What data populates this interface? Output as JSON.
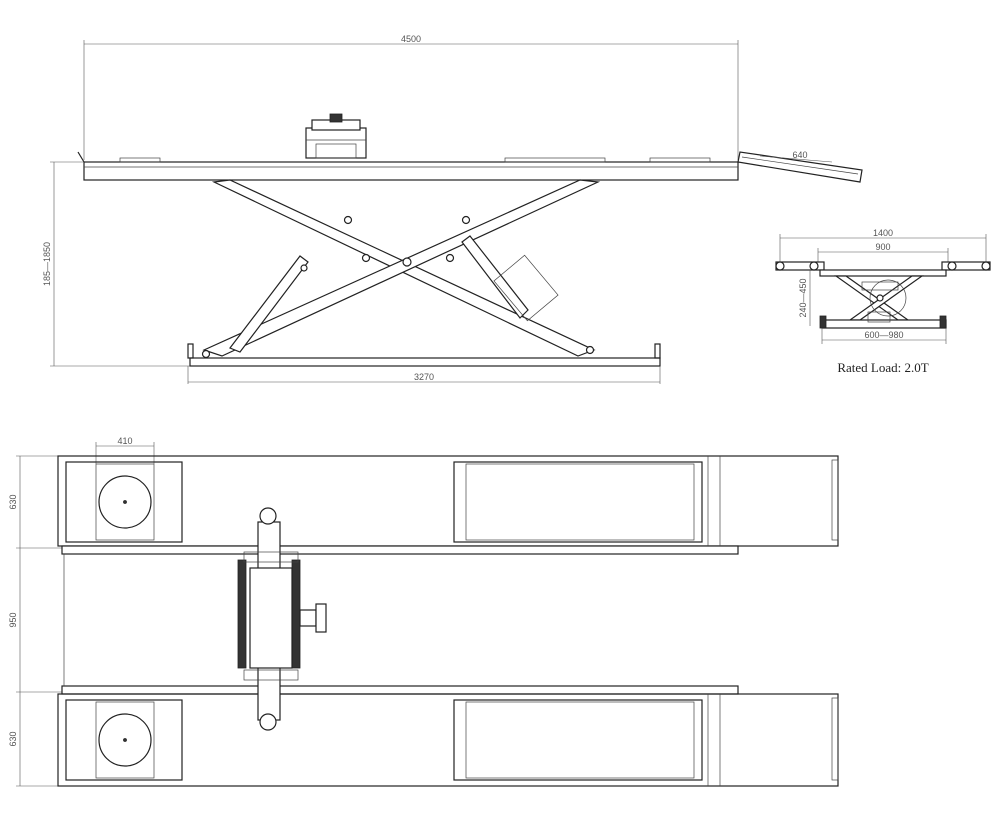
{
  "side_view": {
    "dims": {
      "total_length": "4500",
      "ramp_length": "640",
      "height_range": "185—1850",
      "base_length": "3270"
    }
  },
  "end_view": {
    "dims": {
      "outer_width": "1400",
      "inner_width": "900",
      "pad_height": "240—450",
      "base_width": "600—980"
    },
    "rated_load": "Rated Load: 2.0T"
  },
  "top_view": {
    "dims": {
      "pad_width": "410",
      "platform_width_top": "630",
      "gap_width": "950",
      "platform_width_bottom": "630"
    }
  }
}
